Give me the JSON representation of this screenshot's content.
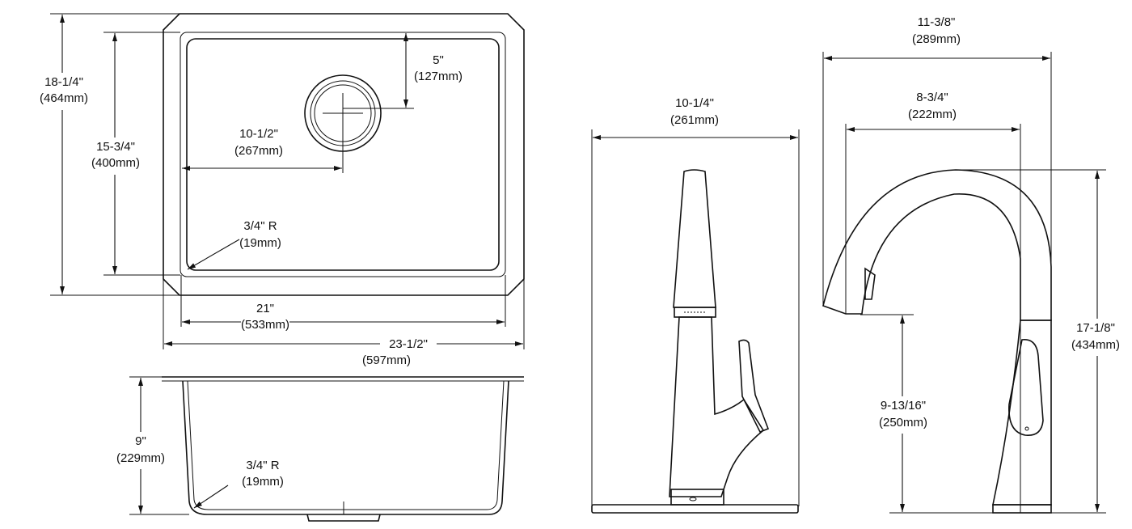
{
  "sink_top": {
    "overall_depth": {
      "imperial": "18-1/4\"",
      "metric": "(464mm)"
    },
    "bowl_depth": {
      "imperial": "15-3/4\"",
      "metric": "(400mm)"
    },
    "drain_offset_front": {
      "imperial": "5\"",
      "metric": "(127mm)"
    },
    "drain_offset_side": {
      "imperial": "10-1/2\"",
      "metric": "(267mm)"
    },
    "corner_radius": {
      "imperial": "3/4\" R",
      "metric": "(19mm)"
    },
    "bowl_width": {
      "imperial": "21\"",
      "metric": "(533mm)"
    },
    "overall_width": {
      "imperial": "23-1/2\"",
      "metric": "(597mm)"
    }
  },
  "sink_section": {
    "bowl_height": {
      "imperial": "9\"",
      "metric": "(229mm)"
    },
    "corner_radius": {
      "imperial": "3/4\" R",
      "metric": "(19mm)"
    }
  },
  "faucet_front": {
    "plate_width": {
      "imperial": "10-1/4\"",
      "metric": "(261mm)"
    }
  },
  "faucet_side": {
    "overall_reach": {
      "imperial": "11-3/8\"",
      "metric": "(289mm)"
    },
    "spout_reach": {
      "imperial": "8-3/4\"",
      "metric": "(222mm)"
    },
    "overall_height": {
      "imperial": "17-1/8\"",
      "metric": "(434mm)"
    },
    "spout_height": {
      "imperial": "9-13/16\"",
      "metric": "(250mm)"
    }
  }
}
